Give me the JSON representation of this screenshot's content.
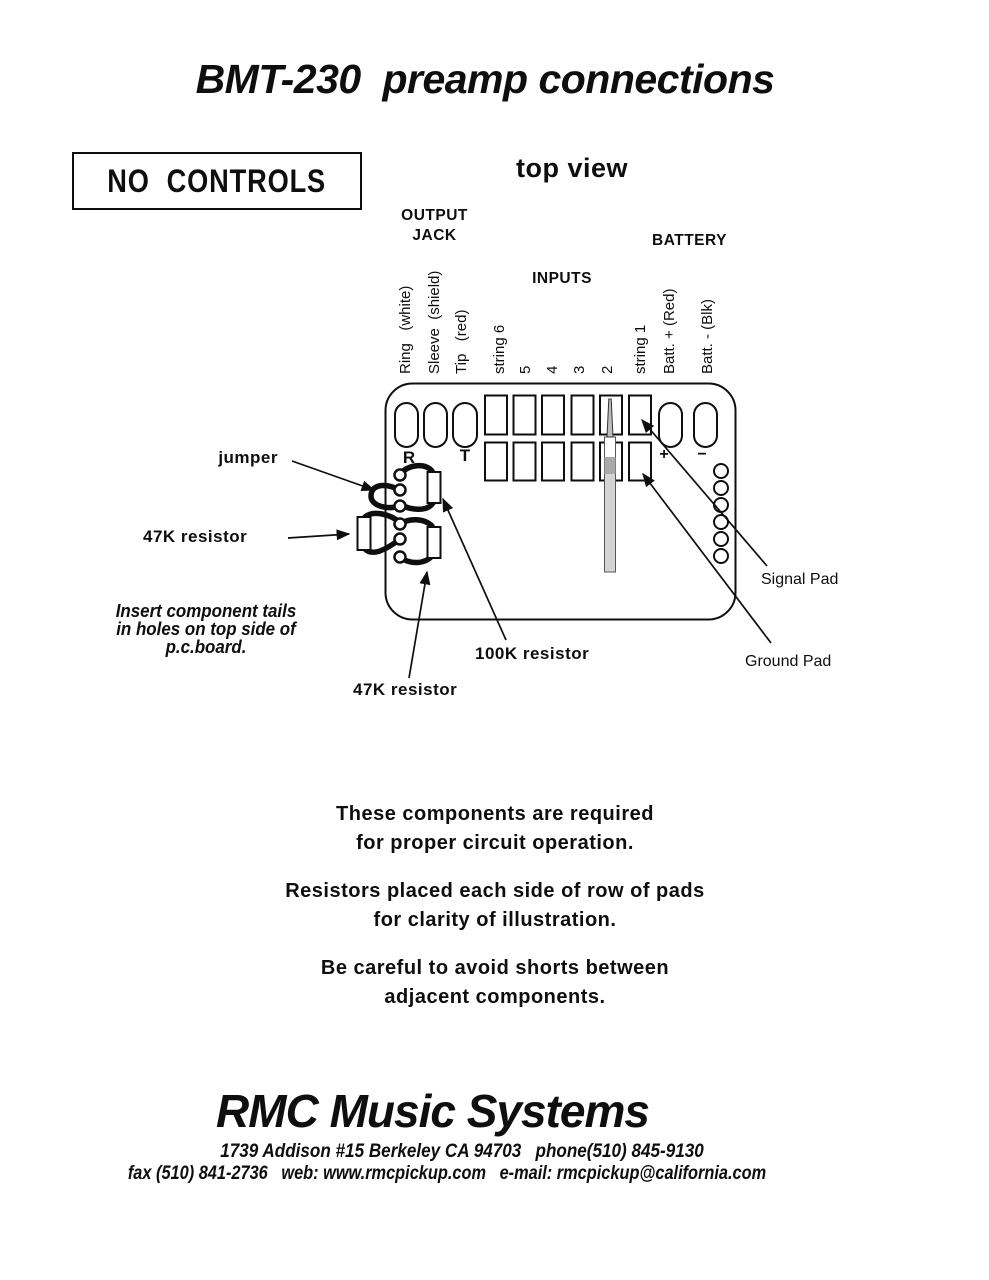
{
  "page": {
    "title": "BMT-230  preamp connections",
    "no_controls": "NO  CONTROLS",
    "top_view": "top view"
  },
  "diagram": {
    "output_jack": {
      "line1": "OUTPUT",
      "line2": "JACK"
    },
    "inputs_label": "INPUTS",
    "battery_label": "BATTERY",
    "pin_labels": [
      "Ring   (white)",
      "Sleeve  (shield)",
      "Tip   (red)",
      "string 6",
      "5",
      "4",
      "3",
      "2",
      "string 1",
      "Batt. + (Red)",
      "Batt. - (Blk)"
    ],
    "board": {
      "r_label": "R",
      "t_label": "T",
      "plus_label": "+",
      "minus_label": "−"
    },
    "callouts": {
      "jumper": "jumper",
      "resistor_47k_left": "47K resistor",
      "resistor_47k_bottom": "47K resistor",
      "resistor_100k": "100K resistor",
      "signal_pad": "Signal Pad",
      "ground_pad": "Ground Pad"
    },
    "insert_note": {
      "line1": "Insert component tails",
      "line2": "in holes on top side of",
      "line3": "p.c.board."
    }
  },
  "notes": {
    "para1_line1": "These components are required",
    "para1_line2": "for proper circuit operation.",
    "para2_line1": "Resistors placed each side of row of pads",
    "para2_line2": "for clarity of illustration.",
    "para3_line1": "Be careful to avoid shorts between",
    "para3_line2": "adjacent components."
  },
  "footer": {
    "company": "RMC Music Systems",
    "address_line": "1739 Addison #15 Berkeley CA 94703   phone(510) 845-9130",
    "contact_line": "fax (510) 841-2736   web: www.rmcpickup.com   e-mail: rmcpickup@california.com"
  },
  "colors": {
    "ink": "#0e0e0e",
    "paper": "#ffffff",
    "needle_gray": "#d4d4d4",
    "needle_band": "#a9a9a9"
  }
}
